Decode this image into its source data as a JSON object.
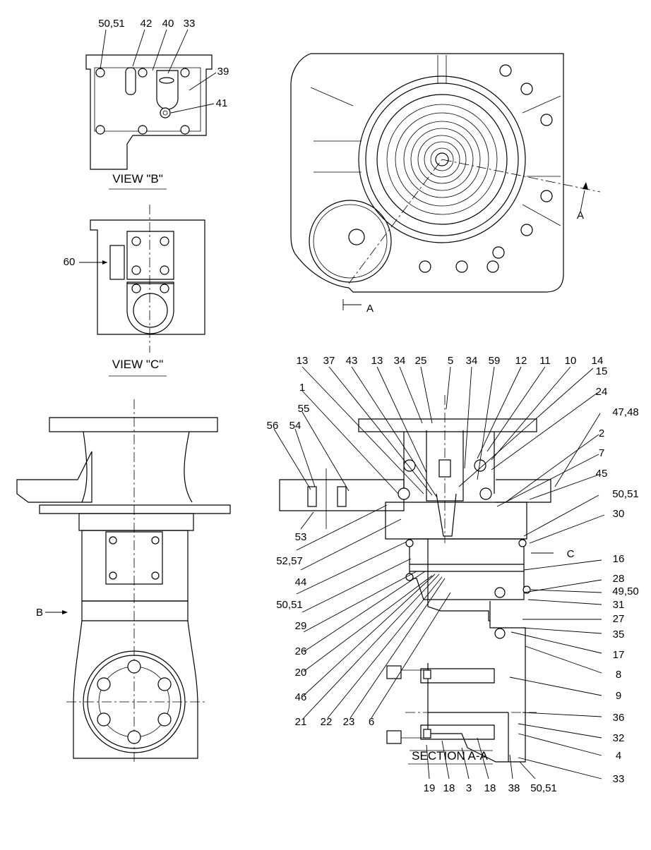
{
  "views": {
    "view_b": {
      "title": "VIEW \"B\""
    },
    "view_c": {
      "title": "VIEW \"C\""
    },
    "section_aa": {
      "title": "SECTION A-A"
    }
  },
  "section_marks": {
    "a": "A",
    "b": "B",
    "c": "C"
  },
  "callouts": {
    "vb_50_51": "50,51",
    "vb_42": "42",
    "vb_40": "40",
    "vb_33": "33",
    "vb_39": "39",
    "vb_41": "41",
    "vc_60": "60",
    "s_13a": "13",
    "s_37": "37",
    "s_43": "43",
    "s_13b": "13",
    "s_34a": "34",
    "s_25": "25",
    "s_5": "5",
    "s_34b": "34",
    "s_59": "59",
    "s_12": "12",
    "s_11": "11",
    "s_10": "10",
    "s_14": "14",
    "s_15": "15",
    "s_1": "1",
    "s_24": "24",
    "s_55": "55",
    "s_47_48": "47,48",
    "s_56": "56",
    "s_54": "54",
    "s_2": "2",
    "s_7": "7",
    "s_45": "45",
    "s_50_51a": "50,51",
    "s_53": "53",
    "s_30": "30",
    "s_52_57": "52,57",
    "s_44": "44",
    "s_16": "16",
    "s_28": "28",
    "s_50_51b": "50,51",
    "s_49_50": "49,50",
    "s_31": "31",
    "s_29": "29",
    "s_27": "27",
    "s_26": "26",
    "s_35": "35",
    "s_17": "17",
    "s_20": "20",
    "s_8": "8",
    "s_46": "46",
    "s_9": "9",
    "s_21": "21",
    "s_22": "22",
    "s_23": "23",
    "s_6": "6",
    "s_36": "36",
    "s_32": "32",
    "s_4": "4",
    "s_19": "19",
    "s_18a": "18",
    "s_3": "3",
    "s_18b": "18",
    "s_38": "38",
    "s_50_51c": "50,51",
    "s_33": "33"
  }
}
